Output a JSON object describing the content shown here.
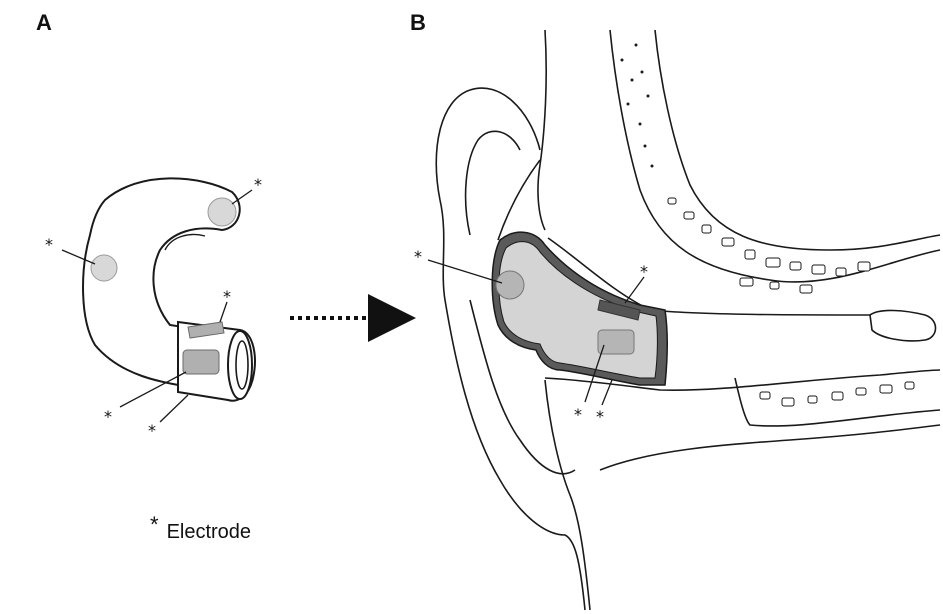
{
  "panels": {
    "a_label": "A",
    "b_label": "B"
  },
  "legend": {
    "symbol": "*",
    "text": "Electrode"
  },
  "markers": {
    "symbol": "*"
  },
  "colors": {
    "outline": "#1a1a1a",
    "device_fill": "#d4d4d4",
    "electrode_fill": "#b5b5b5",
    "shell_dark": "#5a5a5a"
  }
}
